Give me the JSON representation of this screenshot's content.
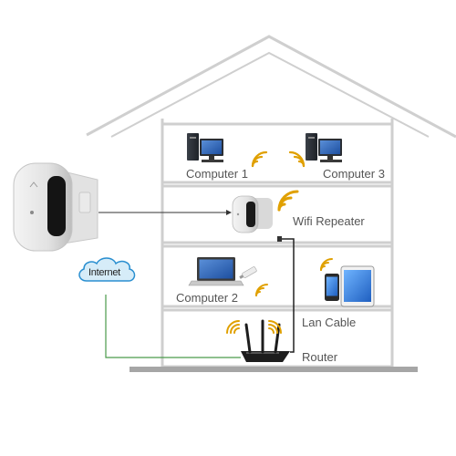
{
  "labels": {
    "computer_1": "Computer 1",
    "computer_3": "Computer 3",
    "wifi_repeater": "Wifi Repeater",
    "computer_2": "Computer 2",
    "lan_cable": "Lan Cable",
    "router": "Router",
    "internet": "Internet"
  },
  "colors": {
    "wall": "#cfcfcf",
    "floor_fill": "#ffffff",
    "ground": "#a6a6a6",
    "label_text": "#555555",
    "wifi_signal": "#e0a000",
    "cloud_fill": "#d6ecf8",
    "cloud_stroke": "#2a8fd0",
    "internet_line": "#4a9a4a",
    "pointer_line": "#333333",
    "lan_cable": "#222222"
  },
  "icons": {
    "desktop_computer": "desktop-computer-icon",
    "laptop": "laptop-icon",
    "usb_adapter": "usb-wifi-adapter-icon",
    "tablet": "tablet-icon",
    "phone": "phone-icon",
    "repeater": "wifi-repeater-icon",
    "router": "router-icon",
    "wifi_signal": "wifi-signal-icon",
    "cloud": "internet-cloud-icon"
  }
}
